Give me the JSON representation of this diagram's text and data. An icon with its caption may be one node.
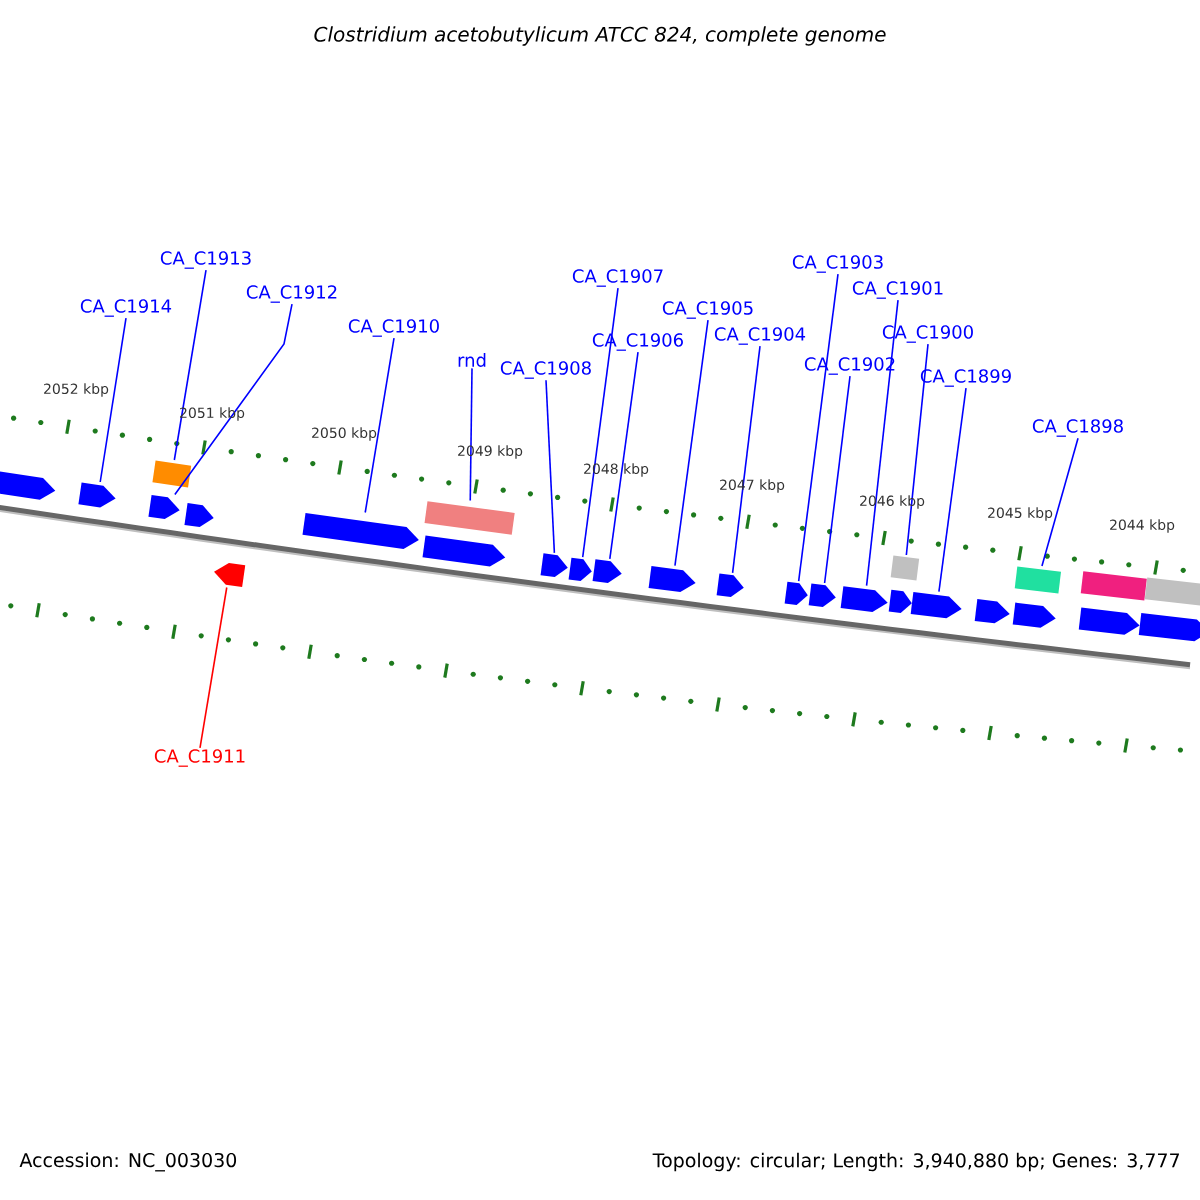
{
  "diagram": {
    "title": "Clostridium acetobutylicum ATCC 824, complete genome",
    "nodes": [
      {
        "text": [
          "CA_C1914"
        ]
      },
      {
        "text": [
          "CA_C1913"
        ]
      },
      {
        "text": [
          "CA_C1912"
        ]
      },
      {
        "text": [
          "CA_C1910"
        ]
      },
      {
        "text": [
          "rnd"
        ]
      },
      {
        "text": [
          "CA_C1908"
        ]
      },
      {
        "text": [
          "CA_C1907"
        ]
      },
      {
        "text": [
          "CA_C1906"
        ]
      },
      {
        "text": [
          "CA_C1905"
        ]
      },
      {
        "text": [
          "CA_C1904"
        ]
      },
      {
        "text": [
          "CA_C1903"
        ]
      },
      {
        "text": [
          "CA_C1902"
        ]
      },
      {
        "text": [
          "CA_C1901"
        ]
      },
      {
        "text": [
          "CA_C1900"
        ]
      },
      {
        "text": [
          "CA_C1899"
        ]
      },
      {
        "text": [
          "CA_C1898"
        ]
      },
      {
        "text": [
          "CA_C1911"
        ]
      },
      {
        "text": [],
        "shape": "arrow"
      },
      {
        "text": [],
        "shape": "arrow"
      },
      {
        "text": [],
        "shape": "arrow"
      },
      {
        "text": [],
        "shape": "box"
      },
      {
        "text": [],
        "shape": "arrow"
      },
      {
        "text": [],
        "shape": "arrow"
      },
      {
        "text": [],
        "shape": "arrow"
      },
      {
        "text": [],
        "shape": "arrow"
      },
      {
        "text": [],
        "shape": "box"
      },
      {
        "text": [],
        "shape": "arrow"
      },
      {
        "text": [],
        "shape": "arrow"
      },
      {
        "text": [],
        "shape": "arrow"
      },
      {
        "text": [],
        "shape": "arrow"
      },
      {
        "text": [],
        "shape": "arrow"
      },
      {
        "text": [],
        "shape": "arrow"
      },
      {
        "text": [],
        "shape": "arrow"
      },
      {
        "text": [],
        "shape": "arrow"
      },
      {
        "text": [],
        "shape": "arrow"
      },
      {
        "text": [],
        "shape": "box"
      },
      {
        "text": [],
        "shape": "arrow"
      },
      {
        "text": [],
        "shape": "arrow"
      },
      {
        "text": [],
        "shape": "arrow"
      },
      {
        "text": [],
        "shape": "box"
      },
      {
        "text": [],
        "shape": "arrow"
      },
      {
        "text": [],
        "shape": "box"
      },
      {
        "text": [],
        "shape": "arrow"
      },
      {
        "text": [],
        "shape": "box"
      }
    ],
    "edges": [
      {
        "from": 0,
        "to": 18,
        "arrow": "none"
      },
      {
        "from": 1,
        "to": 20,
        "arrow": "none"
      },
      {
        "from": 2,
        "to": 19,
        "arrow": "none"
      },
      {
        "from": 3,
        "to": 23,
        "arrow": "none"
      },
      {
        "from": 4,
        "to": 25,
        "arrow": "none"
      },
      {
        "from": 5,
        "to": 26,
        "arrow": "none"
      },
      {
        "from": 6,
        "to": 27,
        "arrow": "none"
      },
      {
        "from": 7,
        "to": 28,
        "arrow": "none"
      },
      {
        "from": 8,
        "to": 29,
        "arrow": "none"
      },
      {
        "from": 9,
        "to": 30,
        "arrow": "none"
      },
      {
        "from": 10,
        "to": 31,
        "arrow": "none"
      },
      {
        "from": 11,
        "to": 32,
        "arrow": "none"
      },
      {
        "from": 12,
        "to": 33,
        "arrow": "none"
      },
      {
        "from": 13,
        "to": 35,
        "arrow": "none"
      },
      {
        "from": 14,
        "to": 36,
        "arrow": "none"
      },
      {
        "from": 15,
        "to": 39,
        "arrow": "none"
      },
      {
        "from": 16,
        "to": 22,
        "arrow": "none",
        "color": "#ff0000"
      }
    ],
    "labels": [
      "2052 kbp",
      "2051 kbp",
      "2050 kbp",
      "2049 kbp",
      "2048 kbp",
      "2047 kbp",
      "2046 kbp",
      "2045 kbp",
      "2044 kbp",
      "Accession: NC_003030",
      "Topology: circular; Length: 3,940,880 bp; Genes: 3,777"
    ]
  }
}
